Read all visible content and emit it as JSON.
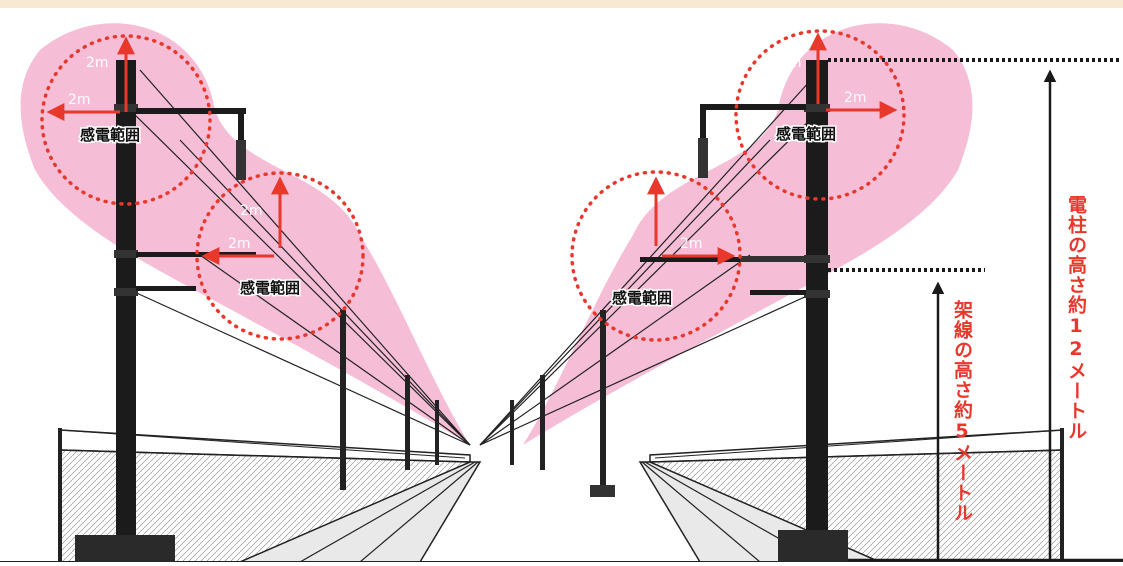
{
  "colors": {
    "danger_zone": "#f4b6d2",
    "circle": "#e8382c",
    "arrow": "#e8382c",
    "label_red": "#e8382c",
    "structure": "#1a1a1a"
  },
  "labels": {
    "zone_label": "感電範囲",
    "distance": "2m",
    "pole_height": "電柱の高さ約12メートル",
    "wire_height": "架線の高さ約5メートル"
  },
  "zones": [
    {
      "id": "left-upper",
      "label": "感電範囲",
      "radius": "2m"
    },
    {
      "id": "left-lower",
      "label": "感電範囲",
      "radius": "2m"
    },
    {
      "id": "right-upper",
      "label": "感電範囲",
      "radius": "2m"
    },
    {
      "id": "right-lower",
      "label": "感電範囲",
      "radius": "2m"
    }
  ],
  "icons": [
    "up-arrow-icon",
    "left-arrow-icon",
    "right-arrow-icon",
    "dimension-arrow-icon"
  ]
}
